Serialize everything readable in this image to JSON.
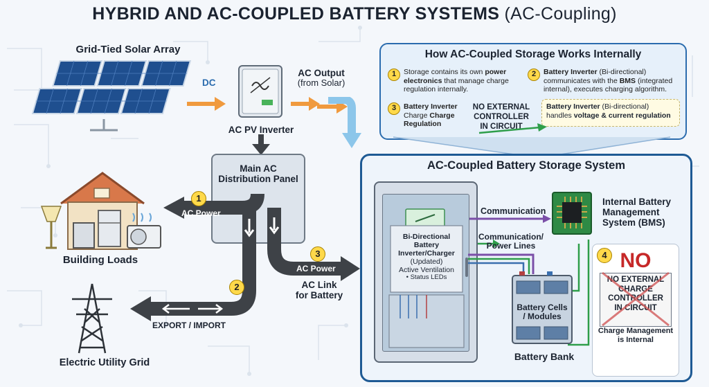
{
  "title": {
    "main": "HYBRID AND AC-COUPLED BATTERY SYSTEMS",
    "sub": "(AC-Coupling)"
  },
  "solar": {
    "label": "Grid-Tied Solar Array",
    "dc": "DC"
  },
  "pv_inverter": {
    "label": "AC PV Inverter",
    "output_line1": "AC Output",
    "output_line2": "(from Solar)"
  },
  "panel": {
    "line1": "Main AC",
    "line2": "Distribution Panel"
  },
  "building": {
    "label": "Building Loads"
  },
  "grid": {
    "label": "Electric Utility Grid"
  },
  "flows": {
    "n1": "1",
    "ac_power_1": "AC Power",
    "n2": "2",
    "export_import": "EXPORT / IMPORT",
    "n3": "3",
    "ac_power_3": "AC Power",
    "ac_link_line1": "AC Link",
    "ac_link_line2": "for Battery"
  },
  "how": {
    "title": "How AC-Coupled Storage Works Internally",
    "s1_num": "1",
    "s1_a": "Storage contains its own",
    "s1_b": "power electronics",
    "s1_c": "that manage",
    "s1_d": "charge regulation internally.",
    "s2_num": "2",
    "s2_a": "Battery Inverter",
    "s2_b": "(Bi-directional)",
    "s2_c": "communicates with the",
    "s2_d": "BMS",
    "s2_e": "(integrated",
    "s2_f": "internal), executes charging algorithm.",
    "s3_num": "3",
    "s3_a": "Battery Inverter",
    "s3_b": "Charge",
    "s3_c": "Charge",
    "s3_d": "Regulation",
    "no_ext_1": "NO EXTERNAL",
    "no_ext_2": "CONTROLLER",
    "no_ext_3": "IN CIRCUIT",
    "reg_a": "Battery Inverter",
    "reg_b": "(Bi-directional)",
    "reg_c": "handles",
    "reg_d": "voltage & current regulation"
  },
  "storage": {
    "title": "AC-Coupled Battery Storage System",
    "inverter_line1": "Bi-Directional",
    "inverter_line2": "Battery",
    "inverter_line3": "Inverter/Charger",
    "inverter_line4": "(Updated)",
    "inverter_line5": "Active Ventilation",
    "inverter_line6": "• Status LEDs",
    "communication": "Communication",
    "comm_power_1": "Communication/",
    "comm_power_2": "Power Lines",
    "bms_1": "Internal Battery",
    "bms_2": "Management",
    "bms_3": "System (BMS)",
    "cells_1": "Battery Cells",
    "cells_2": "/ Modules",
    "bank": "Battery Bank"
  },
  "no_box": {
    "num": "4",
    "no": "NO",
    "l1": "NO EXTERNAL",
    "l2": "CHARGE",
    "l3": "CONTROLLER",
    "l4": "IN CIRCUIT",
    "foot1": "Charge Management",
    "foot2": "is Internal"
  },
  "colors": {
    "title_dark": "#1b2330",
    "panel_blue": "#2b6cae",
    "storage_border": "#1e5a94",
    "flow_dark": "#3e4247",
    "ac_blue": "#8cc6ea",
    "dc_orange": "#f09a3e",
    "badge_yellow": "#ffd94a",
    "no_red": "#c62828",
    "green_line": "#2e9e4a",
    "purple_line": "#7b4fa8"
  }
}
